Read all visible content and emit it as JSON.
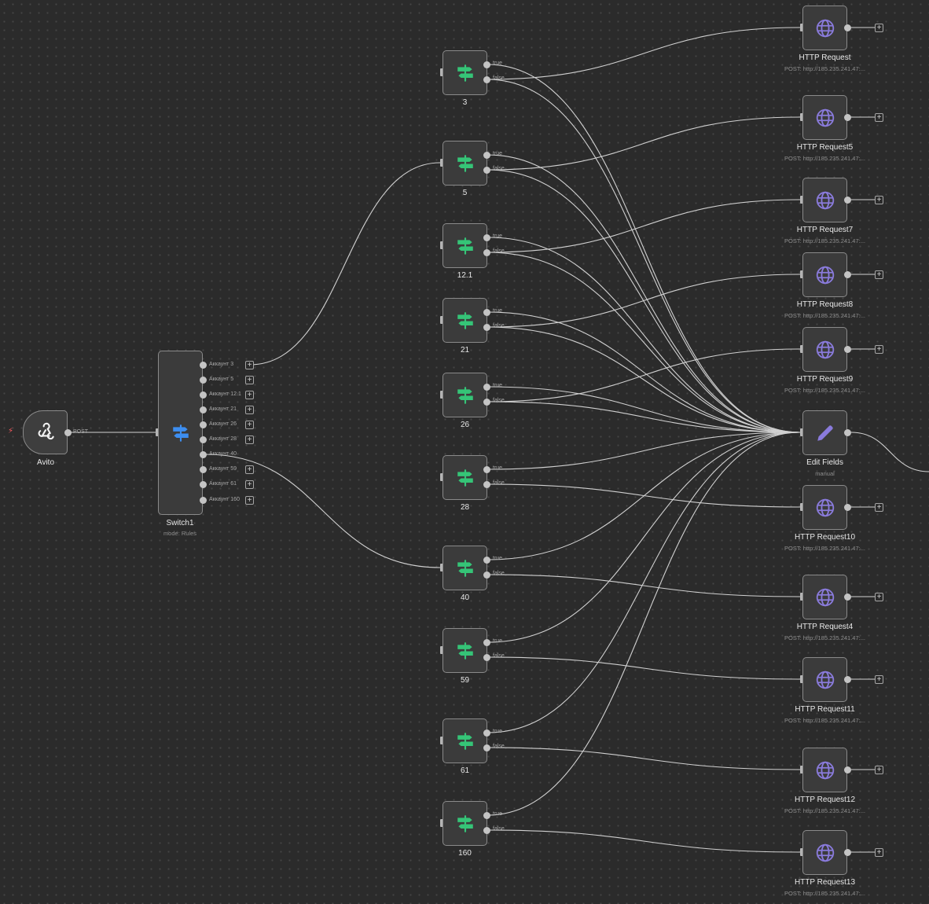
{
  "trigger": {
    "label": "Avito",
    "output_label": "POST"
  },
  "switch": {
    "label": "Switch1",
    "subtitle": "mode: Rules",
    "outputs": [
      "Аккаунт 3",
      "Аккаунт 5",
      "Аккаунт 12.1",
      "Аккаунт 21",
      "Аккаунт 26",
      "Аккаунт 28",
      "Аккаунт 40",
      "Аккаунт 59",
      "Аккаунт 61",
      "Аккаунт 160"
    ]
  },
  "if_nodes": [
    {
      "label": "3"
    },
    {
      "label": "5"
    },
    {
      "label": "12.1"
    },
    {
      "label": "21"
    },
    {
      "label": "26"
    },
    {
      "label": "28"
    },
    {
      "label": "40"
    },
    {
      "label": "59"
    },
    {
      "label": "61"
    },
    {
      "label": "160"
    }
  ],
  "branch_labels": {
    "true": "true",
    "false": "false"
  },
  "right_nodes": [
    {
      "label": "HTTP Request",
      "subtitle": "POST: http://185.235.241.47:...",
      "icon": "globe-icon"
    },
    {
      "label": "HTTP Request5",
      "subtitle": "POST: http://185.235.241.47:...",
      "icon": "globe-icon"
    },
    {
      "label": "HTTP Request7",
      "subtitle": "POST: http://185.235.241.47:...",
      "icon": "globe-icon"
    },
    {
      "label": "HTTP Request8",
      "subtitle": "POST: http://185.235.241.47:...",
      "icon": "globe-icon"
    },
    {
      "label": "HTTP Request9",
      "subtitle": "POST: http://185.235.241.47:...",
      "icon": "globe-icon"
    },
    {
      "label": "Edit Fields",
      "subtitle": "manual",
      "icon": "pencil-icon"
    },
    {
      "label": "HTTP Request10",
      "subtitle": "POST: http://185.235.241.47:...",
      "icon": "globe-icon"
    },
    {
      "label": "HTTP Request4",
      "subtitle": "POST: http://185.235.241.47:...",
      "icon": "globe-icon"
    },
    {
      "label": "HTTP Request11",
      "subtitle": "POST: http://185.235.241.47:...",
      "icon": "globe-icon"
    },
    {
      "label": "HTTP Request12",
      "subtitle": "POST: http://185.235.241.47:...",
      "icon": "globe-icon"
    },
    {
      "label": "HTTP Request13",
      "subtitle": "POST: http://185.235.241.47:...",
      "icon": "globe-icon"
    }
  ],
  "colors": {
    "canvas": "#2b2b2b",
    "edge": "#d0d0d0",
    "if_icon": "#35c477",
    "switch_icon": "#3d8ef0",
    "http_icon": "#8a7bdc",
    "trigger_bolt": "#ff5a5f"
  }
}
